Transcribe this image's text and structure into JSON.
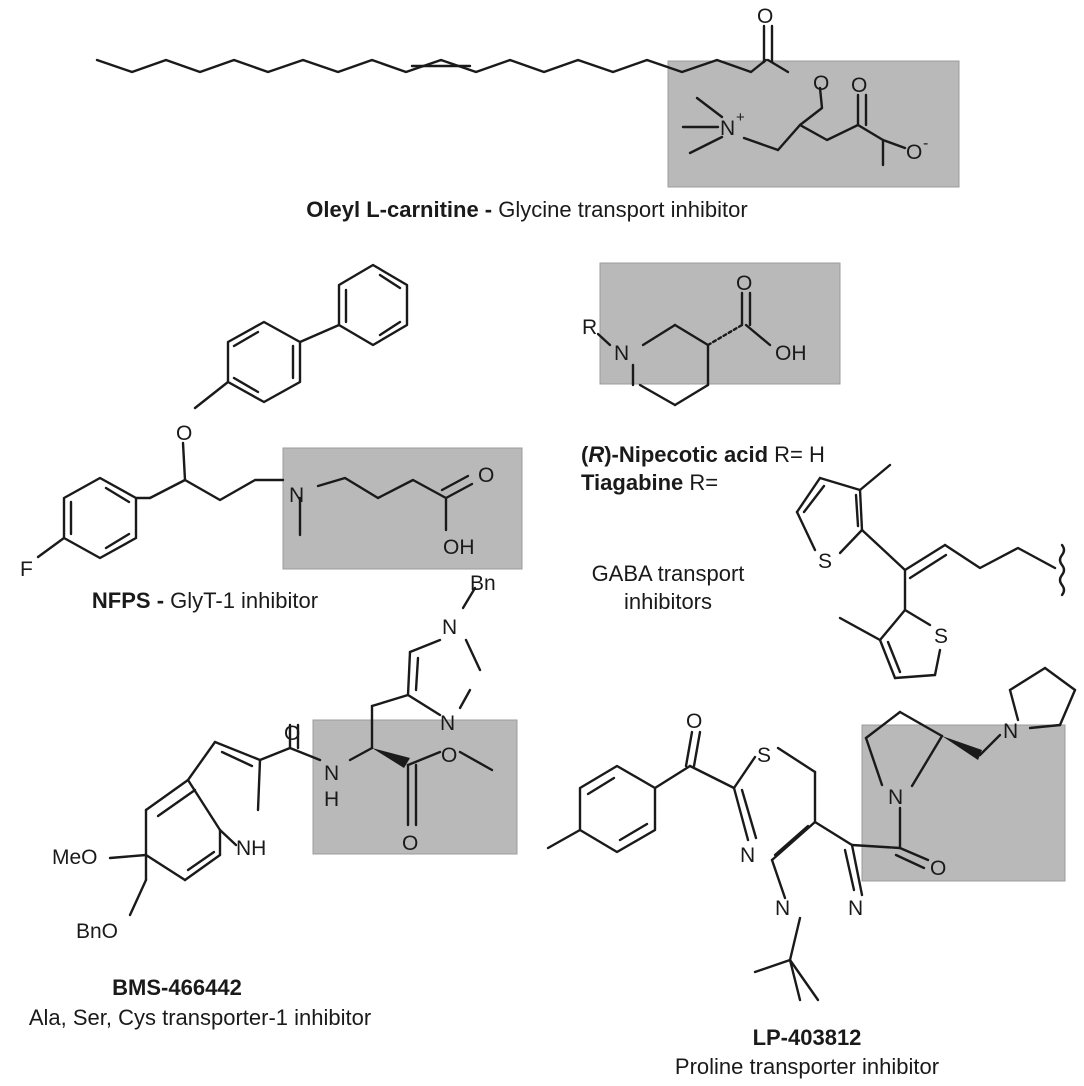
{
  "compounds": {
    "oleyl": {
      "name": "Oleyl L-carnitine",
      "separator": " - ",
      "description": "Glycine transport inhibitor",
      "atoms": {
        "o_carbonyl": "O",
        "o_ester": "O",
        "n_plus": "N",
        "plus": "+",
        "o_acid": "O",
        "o_minus": "O",
        "minus": "-"
      }
    },
    "nfps": {
      "name": "NFPS",
      "separator": " - ",
      "description": "GlyT-1 inhibitor",
      "atoms": {
        "o_ether": "O",
        "f": "F",
        "n": "N",
        "o_carbonyl": "O",
        "oh": "OH"
      }
    },
    "nipecotic": {
      "paren_open": "(",
      "stereo": "R",
      "name": ")-Nipecotic acid",
      "r_value": " R= H",
      "atoms": {
        "r": "R",
        "n": "N",
        "o_carbonyl": "O",
        "oh": "OH"
      }
    },
    "tiagabine": {
      "name": "Tiagabine",
      "r_label": " R=",
      "atoms": {
        "s_top": "S",
        "s_bottom": "S"
      }
    },
    "gaba_note": {
      "line1": "GABA transport",
      "line2": "inhibitors"
    },
    "bms": {
      "name": "BMS-466442",
      "description": "Ala, Ser, Cys transporter-1 inhibitor",
      "atoms": {
        "bn": "Bn",
        "n_imid": "N",
        "n_imid2": "N",
        "o_amide": "O",
        "n_amide": "N",
        "h_amide": "H",
        "o_ester": "O",
        "o_ester2": "O",
        "meo": "MeO",
        "bno": "BnO",
        "nh": "NH"
      }
    },
    "lp": {
      "name": "LP-403812",
      "description": "Proline transporter inhibitor",
      "atoms": {
        "o_ketone": "O",
        "s": "S",
        "n_thz": "N",
        "n1": "N",
        "n2": "N",
        "n_pro": "N",
        "n_pyr": "N",
        "o_amide": "O"
      }
    }
  }
}
